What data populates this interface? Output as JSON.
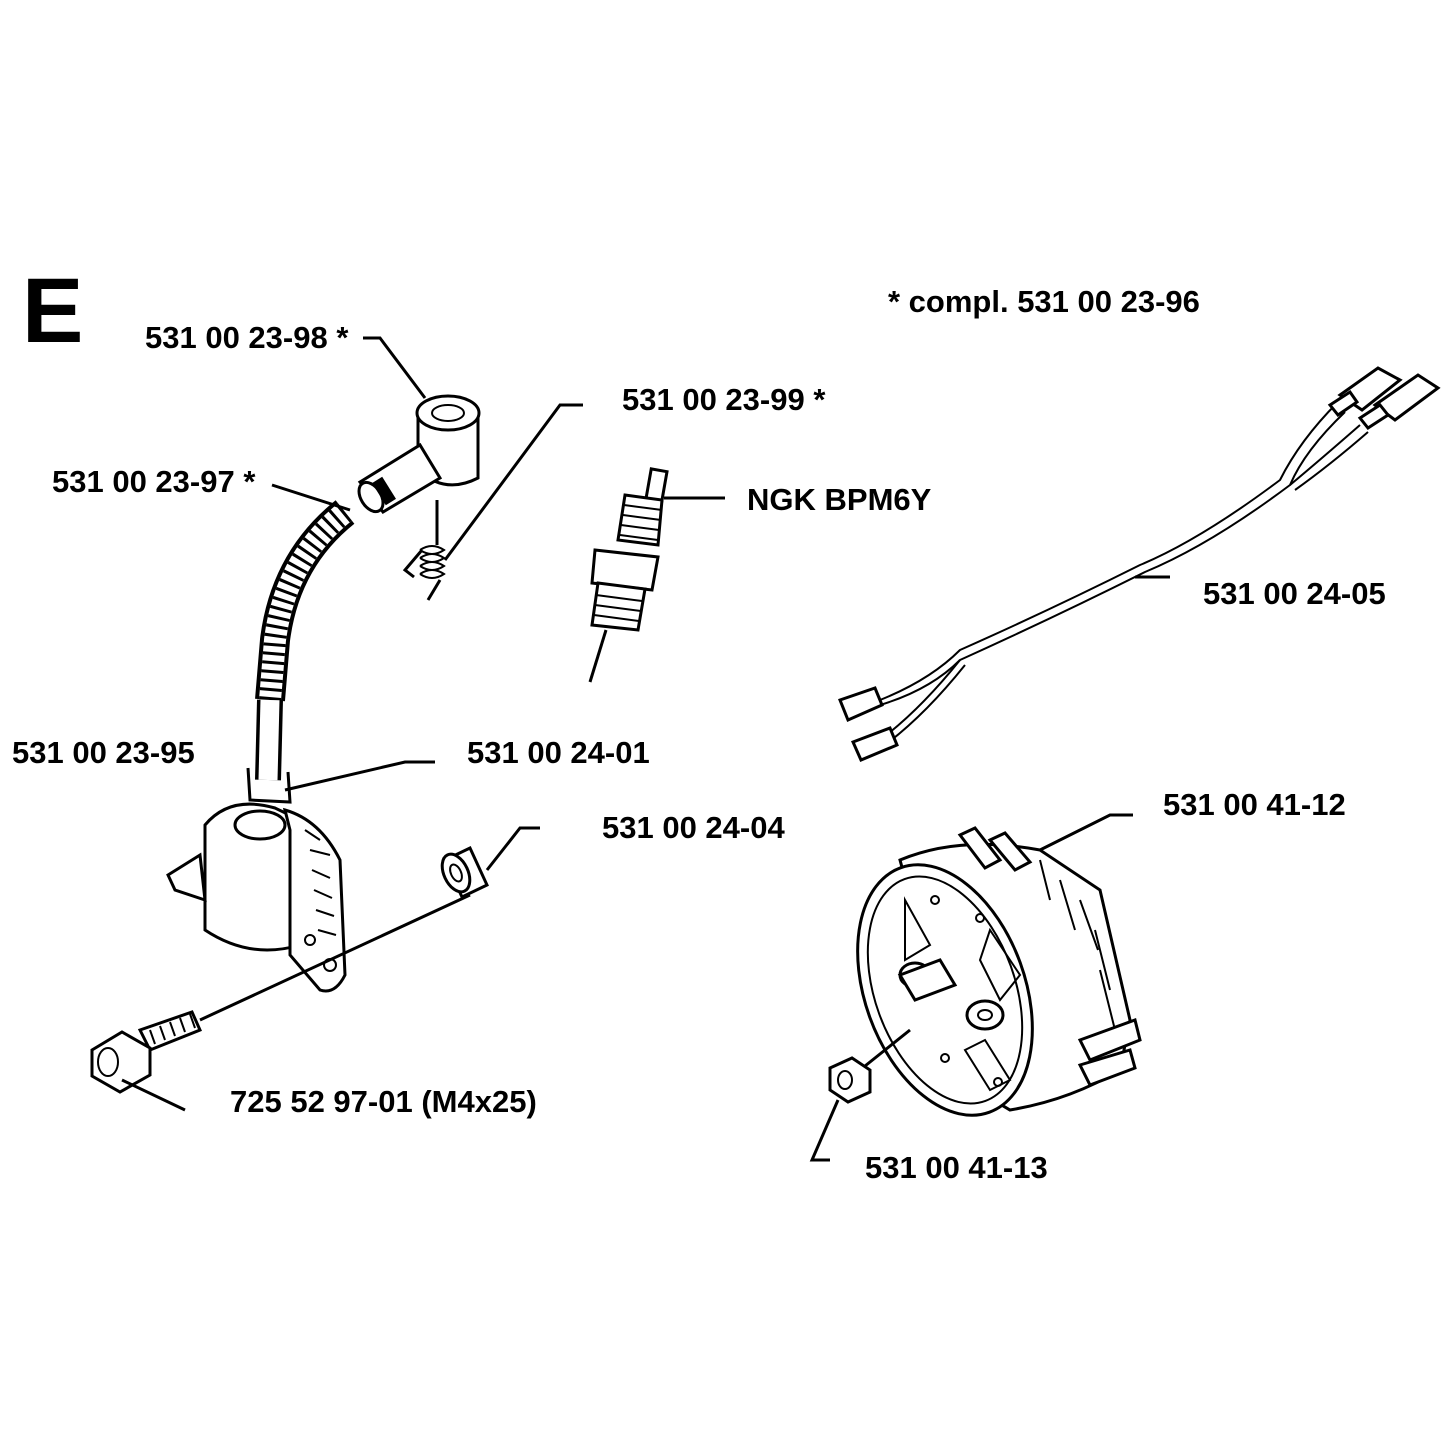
{
  "section_letter": "E",
  "note": "*  compl. 531 00 23-96",
  "labels": {
    "p_2398": "531 00 23-98  *",
    "p_2399": "531 00 23-99  *",
    "p_2397": "531 00 23-97  *",
    "spark_plug": "NGK BPM6Y",
    "p_2405": "531 00 24-05",
    "p_2395": "531 00 23-95",
    "p_2401": "531 00 24-01",
    "p_2404": "531 00 24-04",
    "p_4112": "531 00 41-12",
    "screw": "725 52 97-01 (M4x25)",
    "p_4113": "531 00 41-13"
  }
}
